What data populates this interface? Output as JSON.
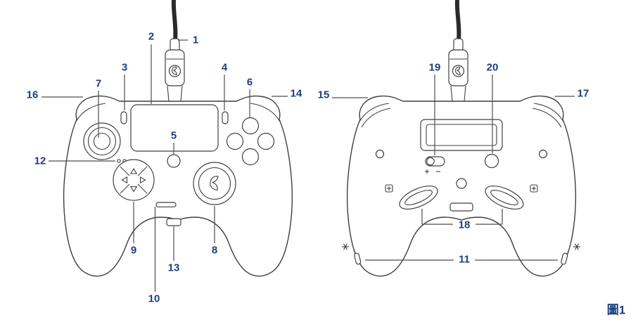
{
  "figure_caption": "圖1",
  "colors": {
    "label": "#1c3e80",
    "line": "#4d4d4d"
  },
  "callouts": {
    "c1": "1",
    "c2": "2",
    "c3": "3",
    "c4": "4",
    "c5": "5",
    "c6": "6",
    "c7": "7",
    "c8": "8",
    "c9": "9",
    "c10": "10",
    "c11": "11",
    "c12": "12",
    "c13": "13",
    "c14": "14",
    "c15": "15",
    "c16": "16",
    "c17": "17",
    "c18": "18",
    "c19": "19",
    "c20": "20"
  }
}
